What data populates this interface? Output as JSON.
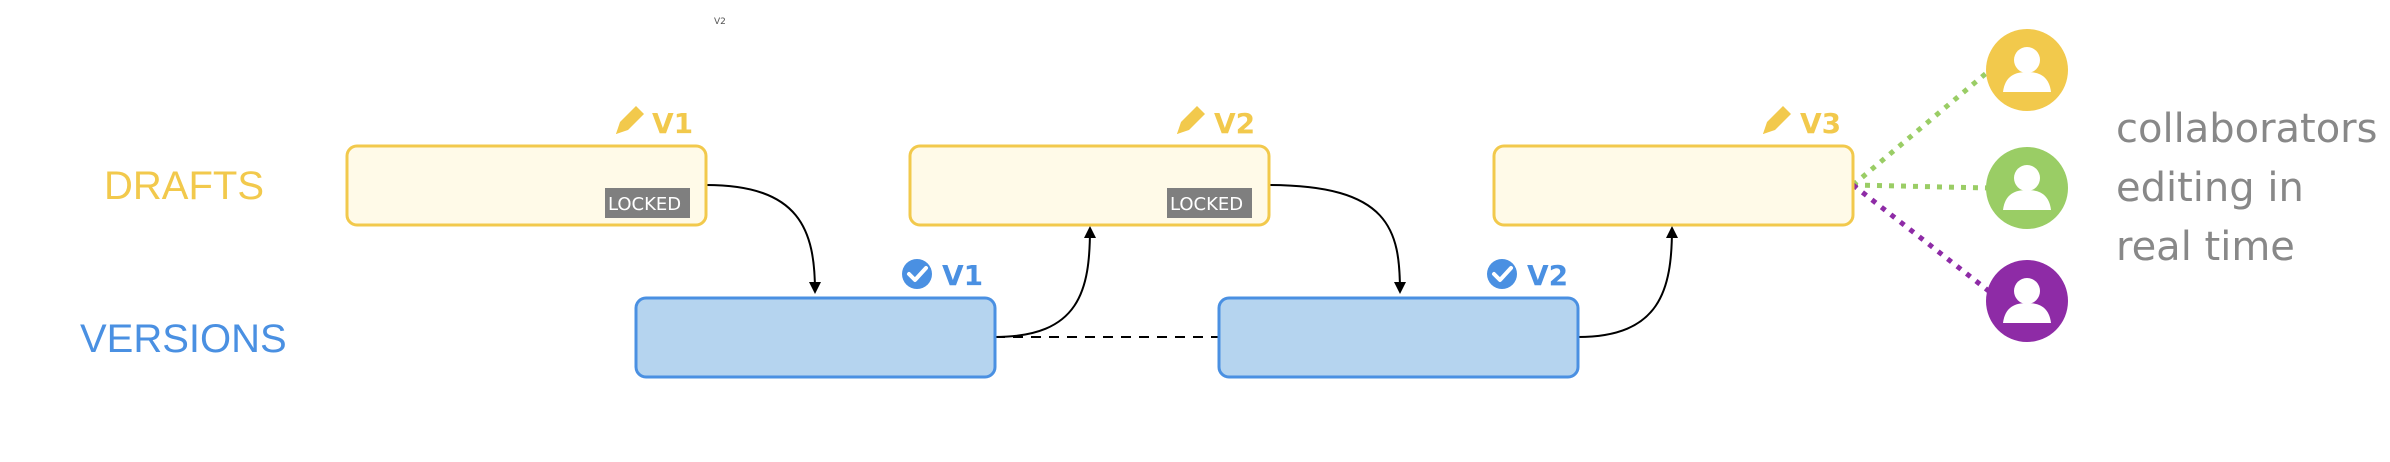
{
  "top_mark": "V2",
  "rows": {
    "drafts": {
      "label": "DRAFTS",
      "color": "#F2C94C"
    },
    "versions": {
      "label": "VERSIONS",
      "color": "#4A90E2"
    }
  },
  "drafts": [
    {
      "label": "V1",
      "icon": "pencil-icon",
      "locked_label": "LOCKED"
    },
    {
      "label": "V2",
      "icon": "pencil-icon",
      "locked_label": "LOCKED"
    },
    {
      "label": "V3",
      "icon": "pencil-icon"
    }
  ],
  "versions": [
    {
      "label": "V1",
      "icon": "check-circle-icon"
    },
    {
      "label": "V2",
      "icon": "check-circle-icon"
    }
  ],
  "collaborators": [
    {
      "icon": "user-avatar-icon",
      "color": "#F2C94C"
    },
    {
      "icon": "user-avatar-icon",
      "color": "#9ACD65"
    },
    {
      "icon": "user-avatar-icon",
      "color": "#8E2BA6"
    }
  ],
  "collaborators_note": [
    "collaborators",
    "editing in",
    "real time"
  ],
  "colors": {
    "draft_fill": "#FFFAE8",
    "draft_stroke": "#F2C94C",
    "version_fill": "#B5D4EF",
    "version_stroke": "#4A90E2",
    "locked_bg": "#7F7F7F",
    "arrow": "#000000",
    "note_text": "#888888"
  }
}
